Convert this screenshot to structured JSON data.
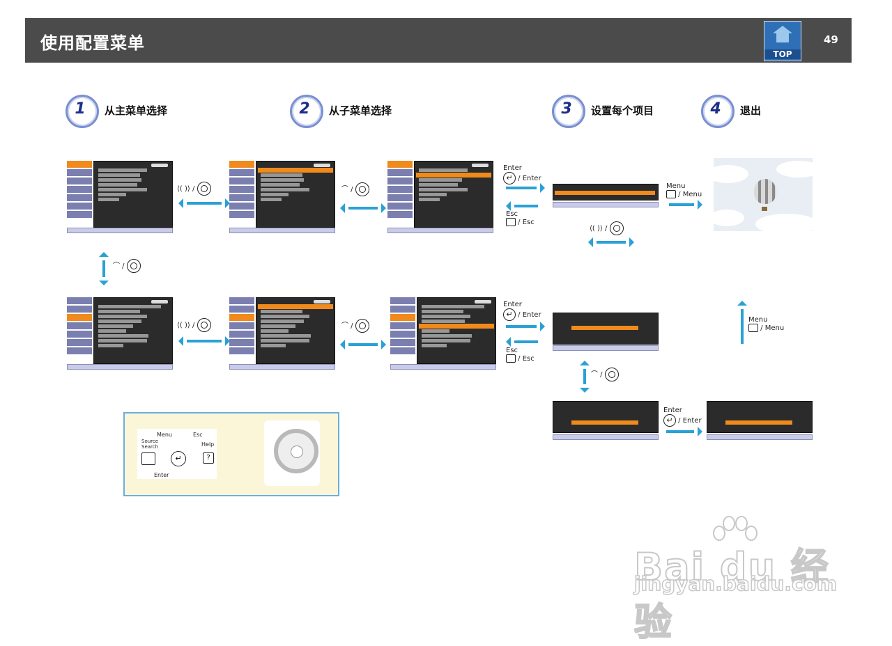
{
  "header": {
    "title": "使用配置菜单",
    "top_label": "TOP",
    "page_number": "49"
  },
  "steps": [
    {
      "num": "1",
      "label": "从主菜单选择"
    },
    {
      "num": "2",
      "label": "从子菜单选择"
    },
    {
      "num": "3",
      "label": "设置每个项目"
    },
    {
      "num": "4",
      "label": "退出"
    }
  ],
  "keys": {
    "enter": "Enter",
    "esc": "Esc",
    "menu": "Menu",
    "help": "Help",
    "source_search": "Source Search"
  },
  "watermark": {
    "brand": "Bai du 经验",
    "url": "jingyan.baidu.com"
  },
  "colors": {
    "accent": "#2aa1d6",
    "header_bg": "#4b4b4b",
    "highlight": "#f08a1c",
    "menu_tab": "#7b7fb0"
  }
}
